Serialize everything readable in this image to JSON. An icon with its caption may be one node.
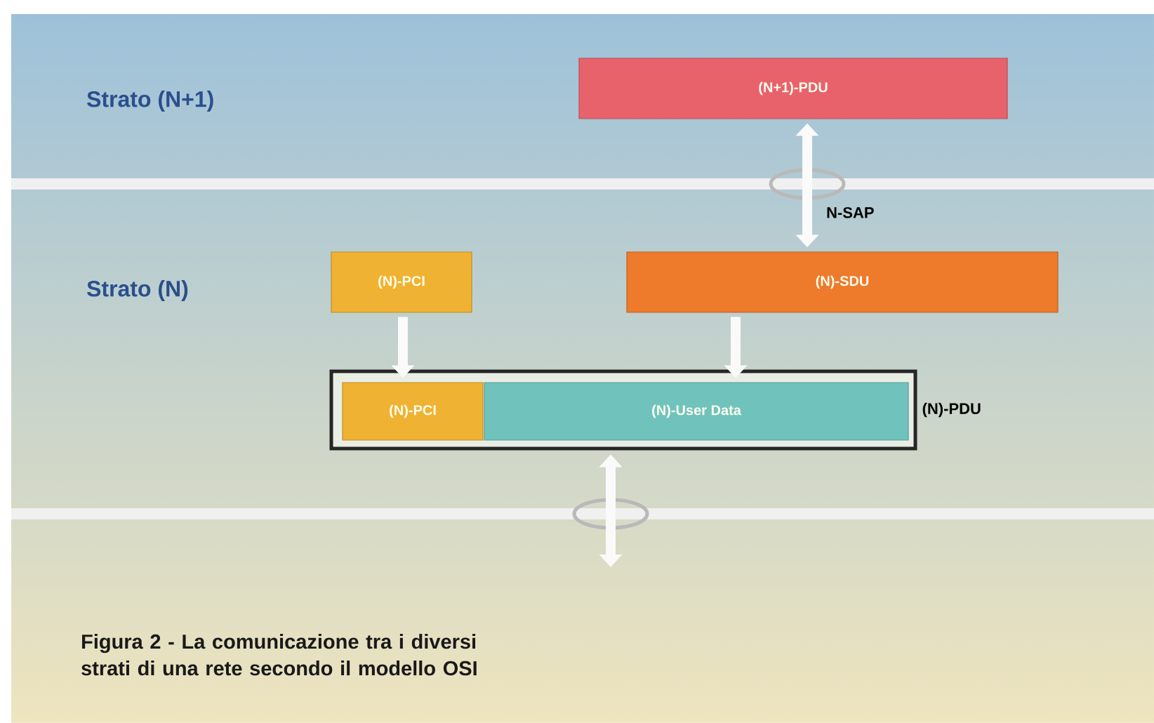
{
  "diagram": {
    "caption": "Figura 2 - La comunicazione tra i diversi strati di una rete secondo il modello OSI",
    "nodes": [
      {
        "text": [
          "(N+1)-PDU"
        ]
      },
      {
        "text": [
          "(N)-PCI"
        ]
      },
      {
        "text": [
          "(N)-SDU"
        ]
      },
      {
        "text": [
          "(N)-PDU"
        ]
      },
      {
        "text": [
          "(N)-PCI"
        ],
        "in": 3
      },
      {
        "text": [
          "(N)-User Data"
        ],
        "in": 3
      }
    ],
    "edges": [
      {
        "from": 0,
        "to": 2,
        "arrow": "both",
        "label": "N-SAP"
      },
      {
        "from": 1,
        "to": 4,
        "arrow": "to"
      },
      {
        "from": 2,
        "to": 5,
        "arrow": "to"
      },
      {
        "from": 3,
        "to": null,
        "arrow": "both"
      }
    ],
    "labels": [
      "Strato (N+1)",
      "Strato (N)"
    ]
  }
}
